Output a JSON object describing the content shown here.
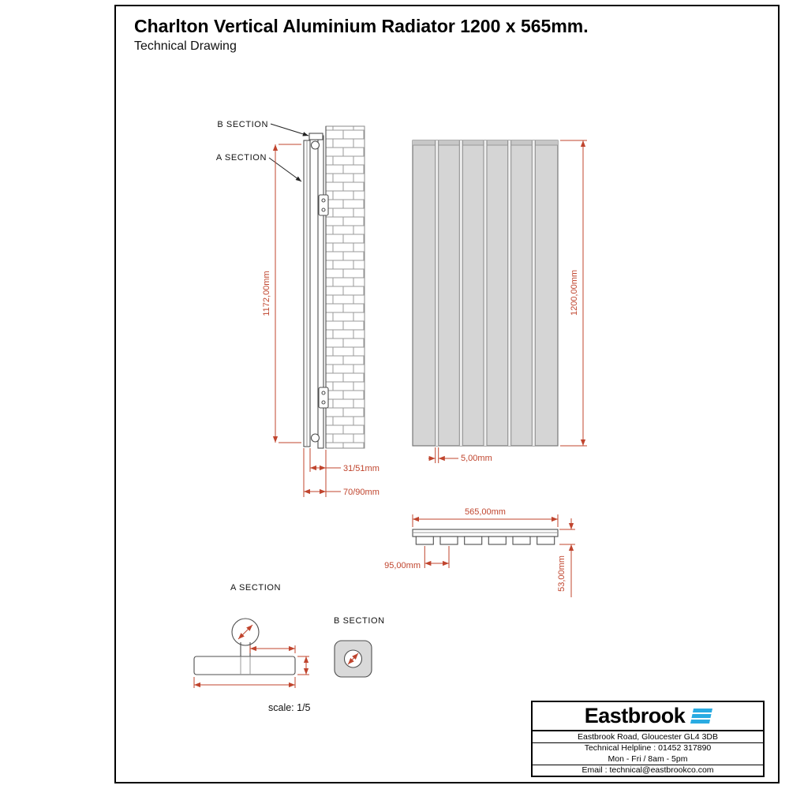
{
  "page": {
    "title": "Charlton Vertical Aluminium Radiator 1200 x 565mm.",
    "subtitle": "Technical Drawing",
    "scale_note": "scale: 1/5"
  },
  "side_view": {
    "b_section_label": "B SECTION",
    "a_section_label": "A SECTION",
    "height_dim": "1172,00mm",
    "bracket_depth_dim": "31/51mm",
    "overall_depth_dim": "70/90mm"
  },
  "front_view": {
    "height_dim": "1200,00mm",
    "panel_gap_dim": "5,00mm",
    "panel_count": 6
  },
  "top_view": {
    "width_dim": "565,00mm",
    "panel_pitch_dim": "95,00mm",
    "depth_dim": "53,00mm"
  },
  "details": {
    "a_section_title": "A SECTION",
    "b_section_title": "B SECTION"
  },
  "logo_box": {
    "brand": "Eastbrook",
    "address": "Eastbrook Road, Gloucester GL4 3DB",
    "helpline": "Technical Helpline : 01452 317890",
    "hours": "Mon - Fri / 8am - 5pm",
    "email": "Email : technical@eastbrookco.com"
  },
  "colors": {
    "dimension_red": "#c0452e",
    "drawing_gray": "#4f4f4f",
    "panel_fill": "#d5d5d5",
    "brand_blue": "#29abe2"
  }
}
